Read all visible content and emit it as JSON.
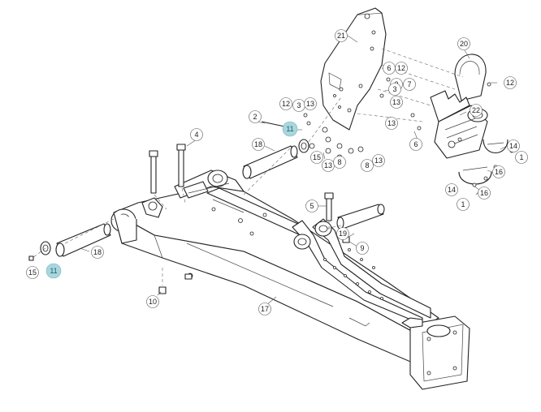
{
  "diagram": {
    "accent_highlight": "#a9d6de",
    "parts": [
      {
        "label": "21"
      },
      {
        "label": "20"
      },
      {
        "label": "12"
      },
      {
        "label": "6"
      },
      {
        "label": "3"
      },
      {
        "label": "7"
      },
      {
        "label": "13"
      },
      {
        "label": "12"
      },
      {
        "label": "3"
      },
      {
        "label": "13"
      },
      {
        "label": "2"
      },
      {
        "label": "11",
        "highlighted": true
      },
      {
        "label": "22"
      },
      {
        "label": "13"
      },
      {
        "label": "6"
      },
      {
        "label": "18"
      },
      {
        "label": "15"
      },
      {
        "label": "13"
      },
      {
        "label": "8"
      },
      {
        "label": "8"
      },
      {
        "label": "13"
      },
      {
        "label": "4"
      },
      {
        "label": "14"
      },
      {
        "label": "16"
      },
      {
        "label": "14"
      },
      {
        "label": "16"
      },
      {
        "label": "1"
      },
      {
        "label": "1"
      },
      {
        "label": "5"
      },
      {
        "label": "19"
      },
      {
        "label": "9"
      },
      {
        "label": "18"
      },
      {
        "label": "15"
      },
      {
        "label": "11",
        "highlighted": true
      },
      {
        "label": "10"
      },
      {
        "label": "17"
      },
      {
        "label": "3"
      },
      {
        "label": "12"
      }
    ]
  }
}
